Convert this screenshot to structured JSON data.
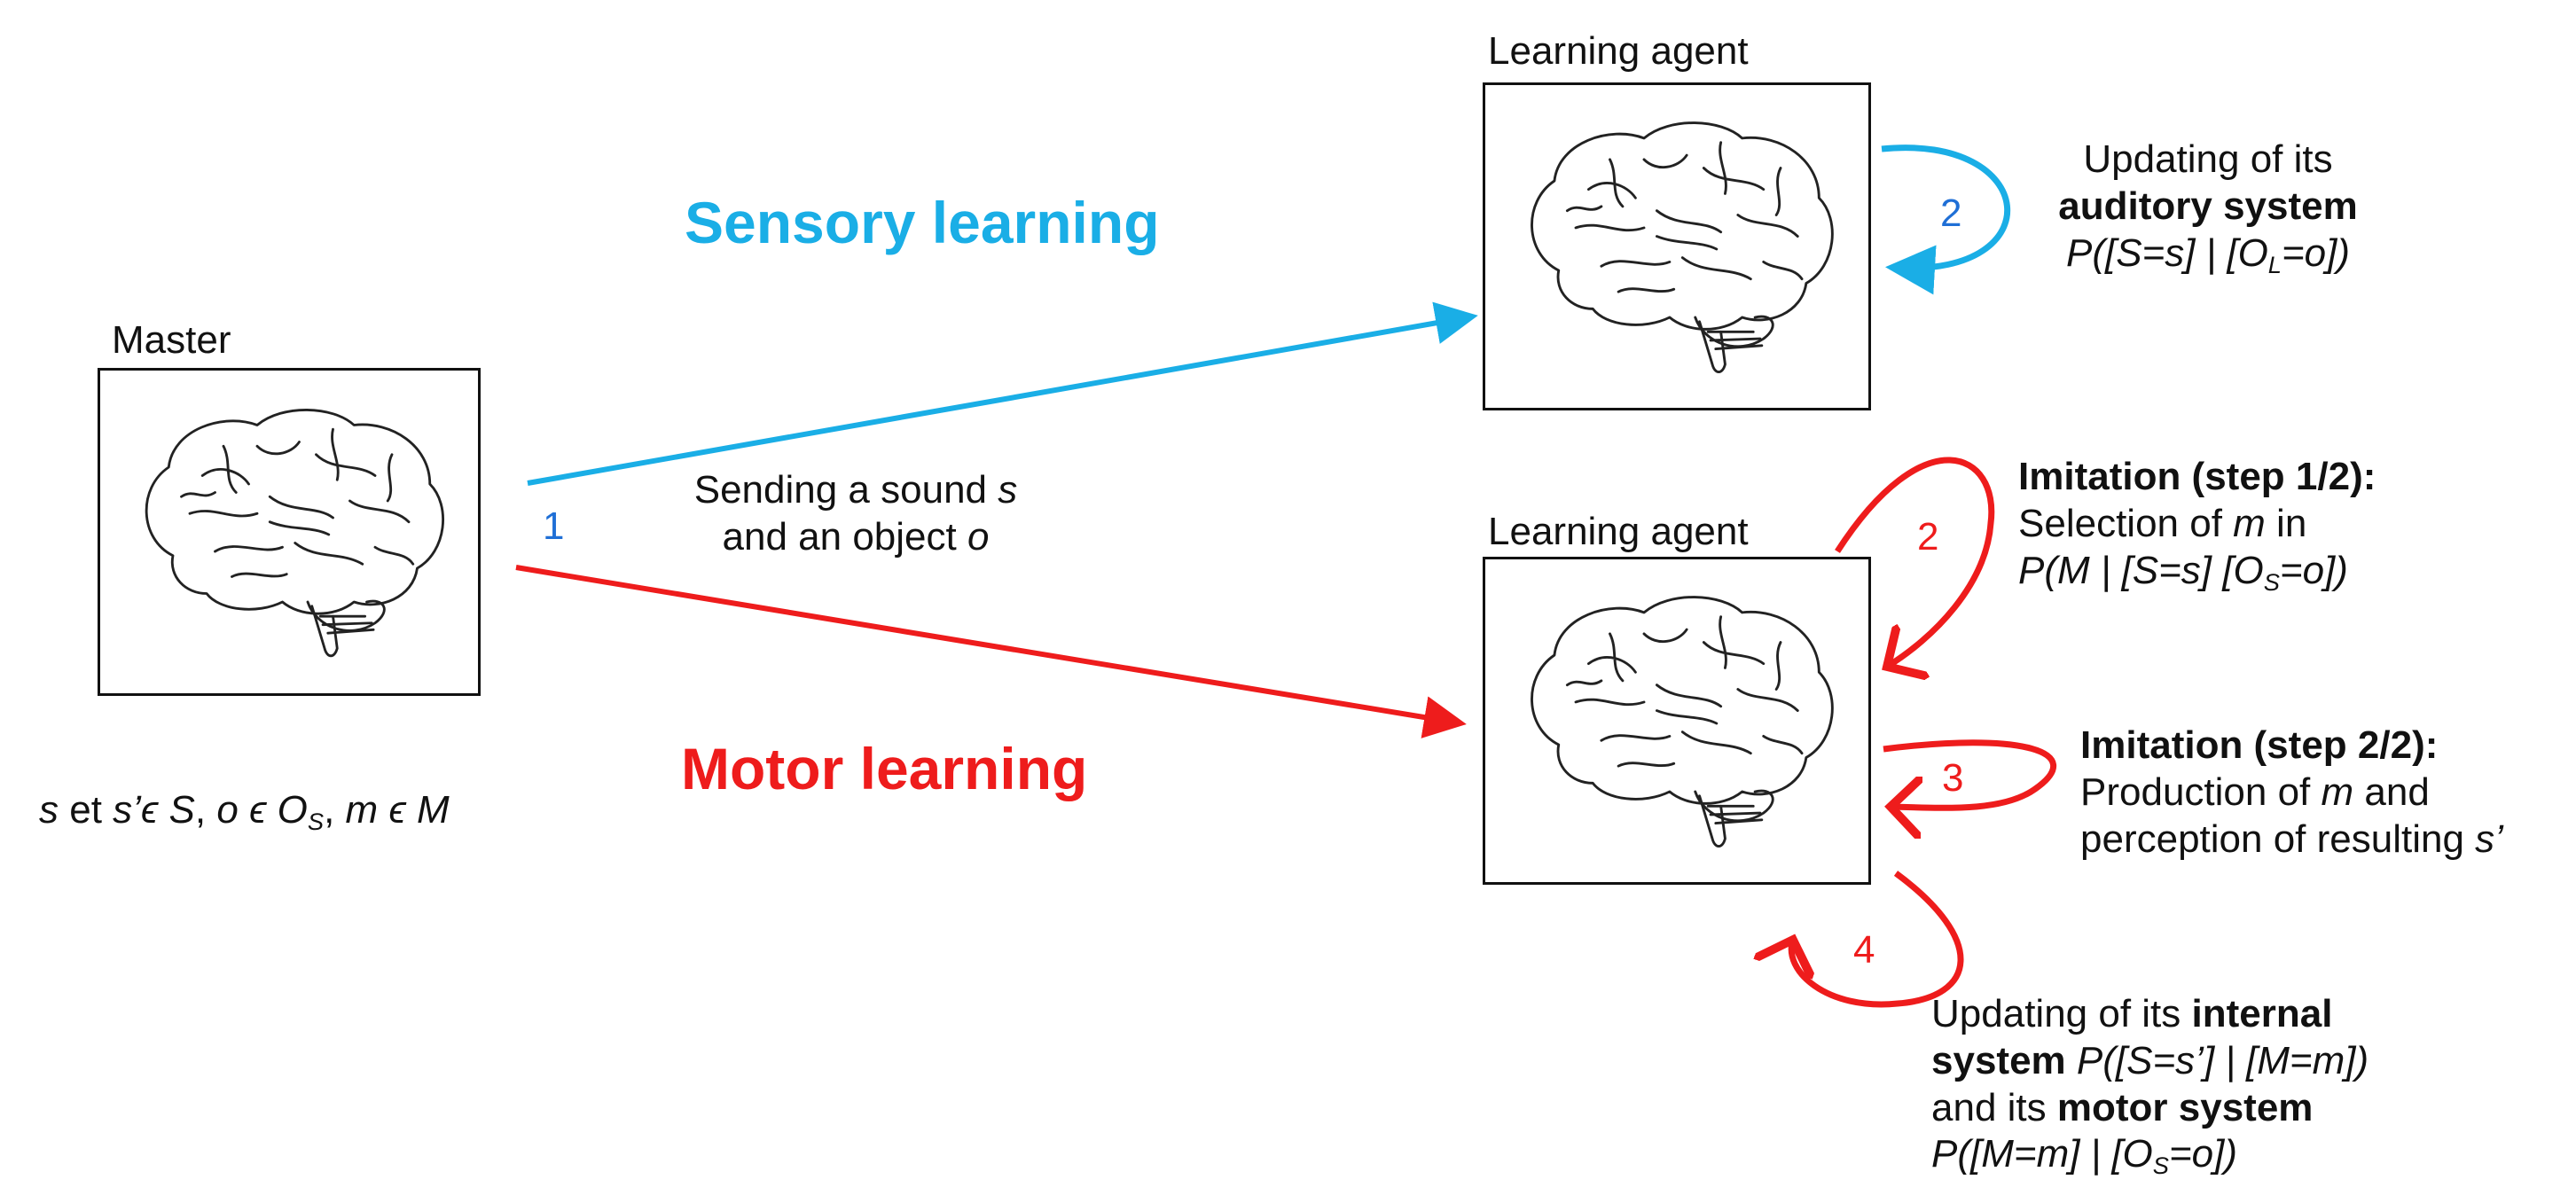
{
  "master": {
    "label": "Master"
  },
  "agent_top": {
    "label": "Learning agent"
  },
  "agent_bottom": {
    "label": "Learning agent"
  },
  "sensory_title": "Sensory learning",
  "motor_title": "Motor learning",
  "sending": {
    "line1_prefix": "Sending a sound ",
    "line1_var": "s",
    "line2_prefix": "and an object ",
    "line2_var": "o"
  },
  "sets": {
    "s1": "s",
    "t1": " et ",
    "s2": "s’ϵ S",
    "t2": ", ",
    "s3": "o ϵ O",
    "sub1": "S",
    "t3": ", ",
    "s4": "m ϵ M"
  },
  "steps": {
    "n1": "1",
    "n2_blue": "2",
    "n2_red": "2",
    "n3": "3",
    "n4": "4"
  },
  "auditory": {
    "line1": "Updating of its",
    "line2": "auditory system",
    "line3_a": "P([S=s] | [O",
    "line3_sub": "L",
    "line3_b": "=o])"
  },
  "imitation1": {
    "title": "Imitation (step 1/2):",
    "line2_a": "Selection of ",
    "line2_var": "m",
    "line2_b": " in",
    "line3_a": "P(M | [S=s] [O",
    "line3_sub": "S",
    "line3_b": "=o])"
  },
  "imitation2": {
    "title": "Imitation (step 2/2):",
    "line2_a": "Production of ",
    "line2_var": "m",
    "line2_b": " and",
    "line3_a": "perception of resulting ",
    "line3_var": "s’"
  },
  "internal": {
    "l1_a": "Updating of its ",
    "l1_b": "internal",
    "l2_a": "system",
    "l2_b": " P([S=s’] | [M=m])",
    "l3_a": "and its ",
    "l3_b": "motor system",
    "l4_a": "P([M=m] | [O",
    "l4_sub": "S",
    "l4_b": "=o])"
  },
  "colors": {
    "blue": "#1aaee6",
    "red": "#ee1c1c",
    "step_blue": "#1f6fd6"
  }
}
